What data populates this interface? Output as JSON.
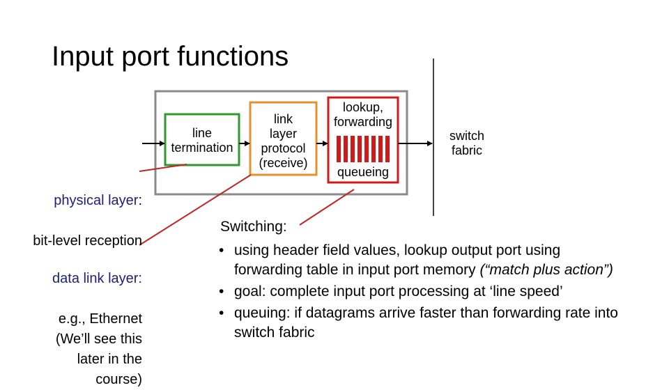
{
  "title": "Input port functions",
  "boxes": {
    "line_termination": "line\ntermination",
    "link_layer": "link\nlayer\nprotocol\n(receive)",
    "lookup_forwarding": "lookup,\nforwarding",
    "queueing": "queueing"
  },
  "switch_fabric": "switch\nfabric",
  "physical_layer": {
    "label": "physical layer",
    "colon": ":",
    "desc": "bit-level reception"
  },
  "data_link_layer": {
    "label": "data link layer:",
    "desc": "e.g., Ethernet\n(We’ll see this\nlater in the\ncourse)"
  },
  "switching": {
    "title": "Switching:",
    "bullets": [
      {
        "text": "using header field values, lookup output port using forwarding table in input port memory ",
        "italic": "(“match plus action”)"
      },
      {
        "text": "goal: complete input port processing at ‘line speed’",
        "italic": ""
      },
      {
        "text": "queuing: if datagrams arrive faster than forwarding rate into switch fabric",
        "italic": ""
      }
    ]
  },
  "colors": {
    "line_termination_box": "#2e9a2e",
    "link_layer_box": "#e6902e",
    "lookup_box": "#d01a1a",
    "queue_bars": "#d01a1a",
    "pointer_lines": "#c02525",
    "outer_frame": "#8a8a8a",
    "side_label_text": "#1e1e7a"
  }
}
